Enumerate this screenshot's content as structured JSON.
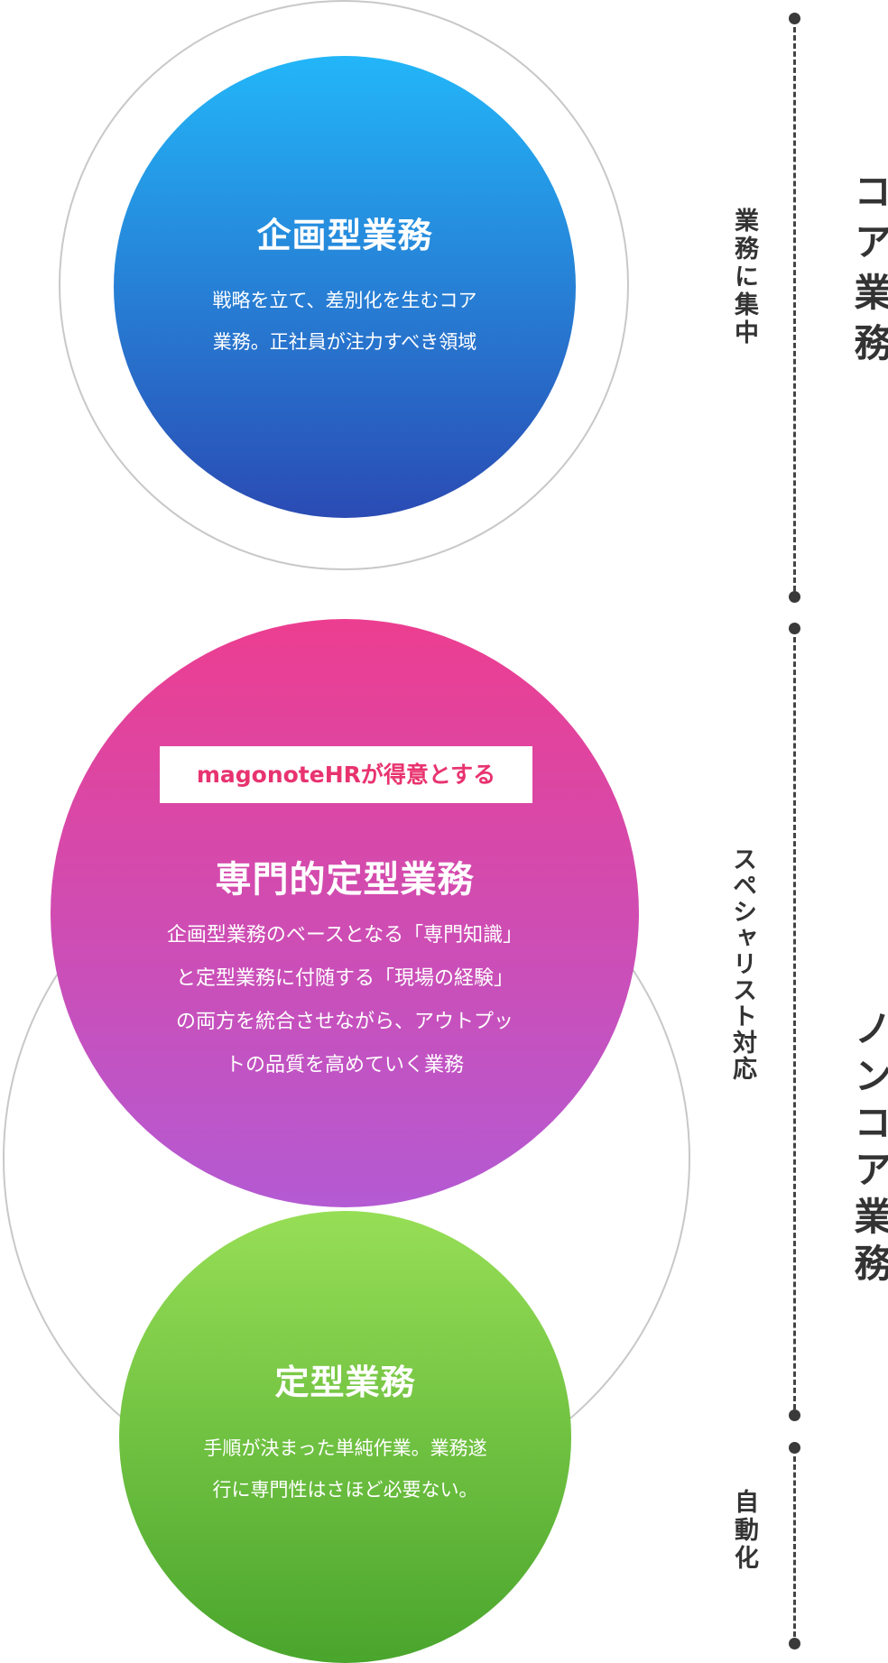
{
  "colors": {
    "planning_gradient": [
      "#23b6f8",
      "#2a4bb3"
    ],
    "specialized_gradient": [
      "#ec3e90",
      "#b45ad3"
    ],
    "routine_gradient": [
      "#97de56",
      "#4aa52d"
    ],
    "badge_text": "#e8336f",
    "axis": "#3a3a3a"
  },
  "planning": {
    "title": "企画型業務",
    "body": "戦略を立て、差別化を生むコア\n業務。正社員が注力すべき領域"
  },
  "specialized": {
    "badge": "magonoteHRが得意とする",
    "title": "専門的定型業務",
    "body": "企画型業務のベースとなる「専門知識」\nと定型業務に付随する「現場の経験」\nの両方を統合させながら、アウトプッ\nトの品質を高めていく業務"
  },
  "routine": {
    "title": "定型業務",
    "body": "手順が決まった単純作業。業務遂\n行に専門性はさほど必要ない。"
  },
  "axis": {
    "core_label": "コア業務",
    "core_action": "業務に集中",
    "noncore_label": "ノンコア業務",
    "specialist_action": "スペシャリスト対応",
    "automation_action": "自動化"
  }
}
